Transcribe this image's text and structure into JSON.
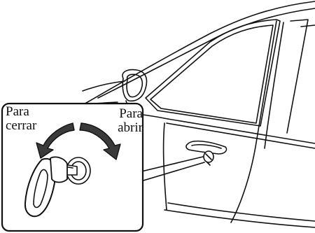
{
  "labels": {
    "close_line1": "Para",
    "close_line2": "cerrar",
    "open_line1": "Para",
    "open_line2": "abrir"
  },
  "icons": {
    "lock_arrow": "curved-arrow-left-icon",
    "unlock_arrow": "curved-arrow-right-icon",
    "key": "key-icon",
    "door_lock": "door-key-cylinder-icon"
  },
  "colors": {
    "line": "#111111",
    "arrow_fill": "#3a3a3a",
    "background": "#ffffff"
  }
}
